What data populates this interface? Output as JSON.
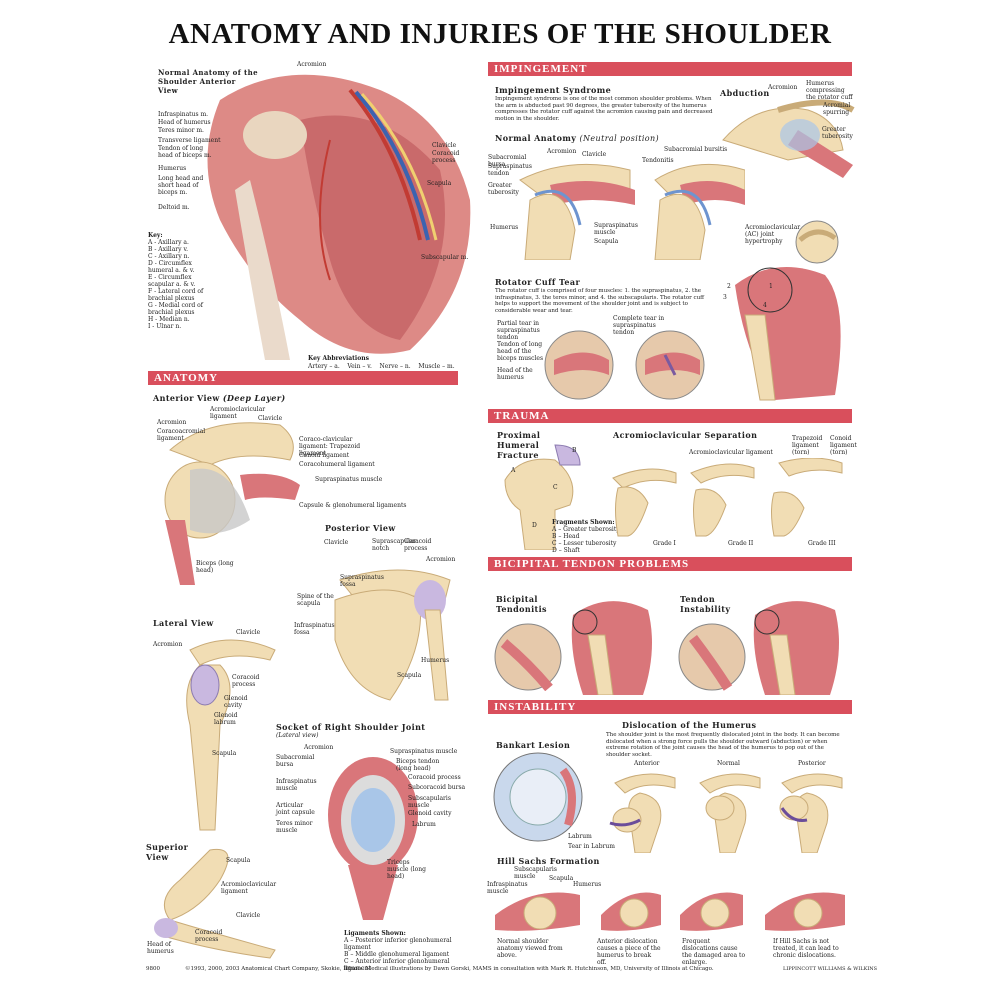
{
  "title": "ANATOMY AND INJURIES OF THE SHOULDER",
  "sections": {
    "impingement": "IMPINGEMENT",
    "anatomy": "ANATOMY",
    "trauma": "TRAUMA",
    "bicipital": "BICIPITAL TENDON PROBLEMS",
    "instability": "INSTABILITY"
  },
  "normal_anatomy": {
    "heading": "Normal Anatomy of the Shoulder Anterior View",
    "labels": [
      "Acromion",
      "Infraspinatus m.",
      "Head of humerus",
      "Teres minor m.",
      "Transverse ligament",
      "Tendon of long head of biceps m.",
      "Humerus",
      "Long head and short head of biceps m.",
      "Deltoid m.",
      "Clavicle",
      "Coracoid process",
      "Scapula",
      "Subscapular m."
    ],
    "key_title": "Key:",
    "key": [
      "A - Axillary a.",
      "B - Axillary v.",
      "C - Axillary n.",
      "D - Circumflex humeral a. & v.",
      "E - Circumflex scapular a. & v.",
      "F - Lateral cord of brachial plexus",
      "G - Medial cord of brachial plexus",
      "H - Median n.",
      "I - Ulnar n."
    ],
    "abbr_title": "Key Abbreviations",
    "abbr": "Artery – a.    Vein – v.    Nerve – n.    Muscle – m."
  },
  "impingement": {
    "syndrome_title": "Impingement Syndrome",
    "syndrome_text": "Impingement syndrome is one of the most common shoulder problems. When the arm is abducted past 90 degrees, the greater tuberosity of the humerus compresses the rotator cuff against the acromion causing pain and decreased motion in the shoulder.",
    "abduction": "Abduction",
    "abduction_labels": [
      "Acromion",
      "Humerus compressing the rotator cuff",
      "Acromial spurring",
      "Greater tuberosity"
    ],
    "normal_title": "Normal Anatomy",
    "normal_sub": "(Neutral position)",
    "normal_labels": [
      "Subacromial bursa",
      "Acromion",
      "Clavicle",
      "Supraspinatus tendon",
      "Greater tuberosity",
      "Humerus",
      "Supraspinatus muscle",
      "Scapula",
      "Tendonitis",
      "Subacromial bursitis"
    ],
    "ac_label": "Acromioclavicular (AC) joint hypertrophy",
    "rct_title": "Rotator Cuff Tear",
    "rct_text": "The rotator cuff is comprised of four muscles: 1. the supraspinatus, 2. the infraspinatus, 3. the teres minor, and 4. the subscapularis. The rotator cuff helps to support the movement of the shoulder joint and is subject to considerable wear and tear.",
    "rct_labels": [
      "Partial tear in supraspinatus tendon",
      "Tendon of long head of the biceps muscles",
      "Head of the humerus",
      "Complete tear in supraspinatus tendon"
    ]
  },
  "anatomy": {
    "anterior_title": "Anterior View",
    "anterior_sub": "(Deep Layer)",
    "anterior_labels": [
      "Acromion",
      "Coracoacromial ligament",
      "Acromioclavicular ligament",
      "Clavicle",
      "Coraco-clavicular ligament: Trapezoid ligament",
      "Conoid ligament",
      "Coracohumeral ligament",
      "Supraspinatus muscle",
      "Capsule & glenohumeral ligaments",
      "Biceps (long head)"
    ],
    "posterior_title": "Posterior View",
    "posterior_labels": [
      "Clavicle",
      "Suprascapular notch",
      "Coracoid process",
      "Acromion",
      "Supraspinatus fossa",
      "Spine of the scapula",
      "Infraspinatus fossa",
      "Humerus",
      "Scapula"
    ],
    "lateral_title": "Lateral View",
    "lateral_labels": [
      "Clavicle",
      "Acromion",
      "Coracoid process",
      "Glenoid cavity",
      "Glenoid labrum",
      "Scapula"
    ],
    "superior_title": "Superior View",
    "superior_labels": [
      "Scapula",
      "Acromioclavicular ligament",
      "Clavicle",
      "Coracoid process",
      "Head of humerus"
    ],
    "socket_title": "Socket of Right Shoulder Joint",
    "socket_sub": "(Lateral view)",
    "socket_labels": [
      "Acromion",
      "Subacromial bursa",
      "Infraspinatus muscle",
      "Articular joint capsule",
      "Teres minor muscle",
      "Supraspinatus muscle",
      "Biceps tendon (long head)",
      "Coracoid process",
      "Subcoracoid bursa",
      "Subscapularis muscle",
      "Glenoid cavity",
      "Labrum",
      "Triceps muscle (long head)"
    ],
    "ligaments_title": "Ligaments Shown:",
    "ligaments": [
      "A – Posterior inferior glenohumeral ligament",
      "B – Middle glenohumeral ligament",
      "C – Anterior inferior glenohumeral ligament"
    ]
  },
  "trauma": {
    "phf_title": "Proximal Humeral Fracture",
    "fragments_title": "Fragments Shown:",
    "fragments": [
      "A – Greater tuberosity",
      "B – Head",
      "C – Lesser tuberosity",
      "D – Shaft"
    ],
    "ac_title": "Acromioclavicular Separation",
    "ac_labels": [
      "Acromioclavicular ligament",
      "Trapezoid ligament (torn)",
      "Conoid ligament (torn)"
    ],
    "grades": [
      "Grade I",
      "Grade II",
      "Grade III"
    ]
  },
  "bicipital": {
    "tendonitis": "Bicipital Tendonitis",
    "instability": "Tendon Instability"
  },
  "instability": {
    "bankart": "Bankart Lesion",
    "bankart_labels": [
      "Labrum",
      "Tear in Labrum"
    ],
    "dislocation_title": "Dislocation of the Humerus",
    "dislocation_text": "The shoulder joint is the most frequently dislocated joint in the body. It can become dislocated when a strong force pulls the shoulder outward (abduction) or when extreme rotation of the joint causes the head of the humerus to pop out of the shoulder socket.",
    "dislocation_views": [
      "Anterior",
      "Normal",
      "Posterior"
    ],
    "hill_title": "Hill Sachs Formation",
    "hill_labels": [
      "Infraspinatus muscle",
      "Subscapularis muscle",
      "Scapula",
      "Humerus"
    ],
    "hill_captions": [
      "Normal shoulder anatomy viewed from above.",
      "Anterior dislocation causes a piece of the humerus to break off.",
      "Frequent dislocations cause the damaged area to enlarge.",
      "If Hill Sachs is not treated, it can lead to chronic dislocations."
    ]
  },
  "footer": {
    "code": "9800",
    "credit": "©1993, 2000, 2003 Anatomical Chart Company, Skokie, Illinois. Medical illustrations by Dawn Gorski, MAMS in consultation with Mark R. Hutchinson, MD, University of Illinois at Chicago.",
    "publisher": "LIPPINCOTT WILLIAMS & WILKINS"
  },
  "colors": {
    "band": "#d94f5c",
    "muscle": "#d9767a",
    "bone": "#f1ddb4",
    "cartilage": "#a9c6e8"
  }
}
